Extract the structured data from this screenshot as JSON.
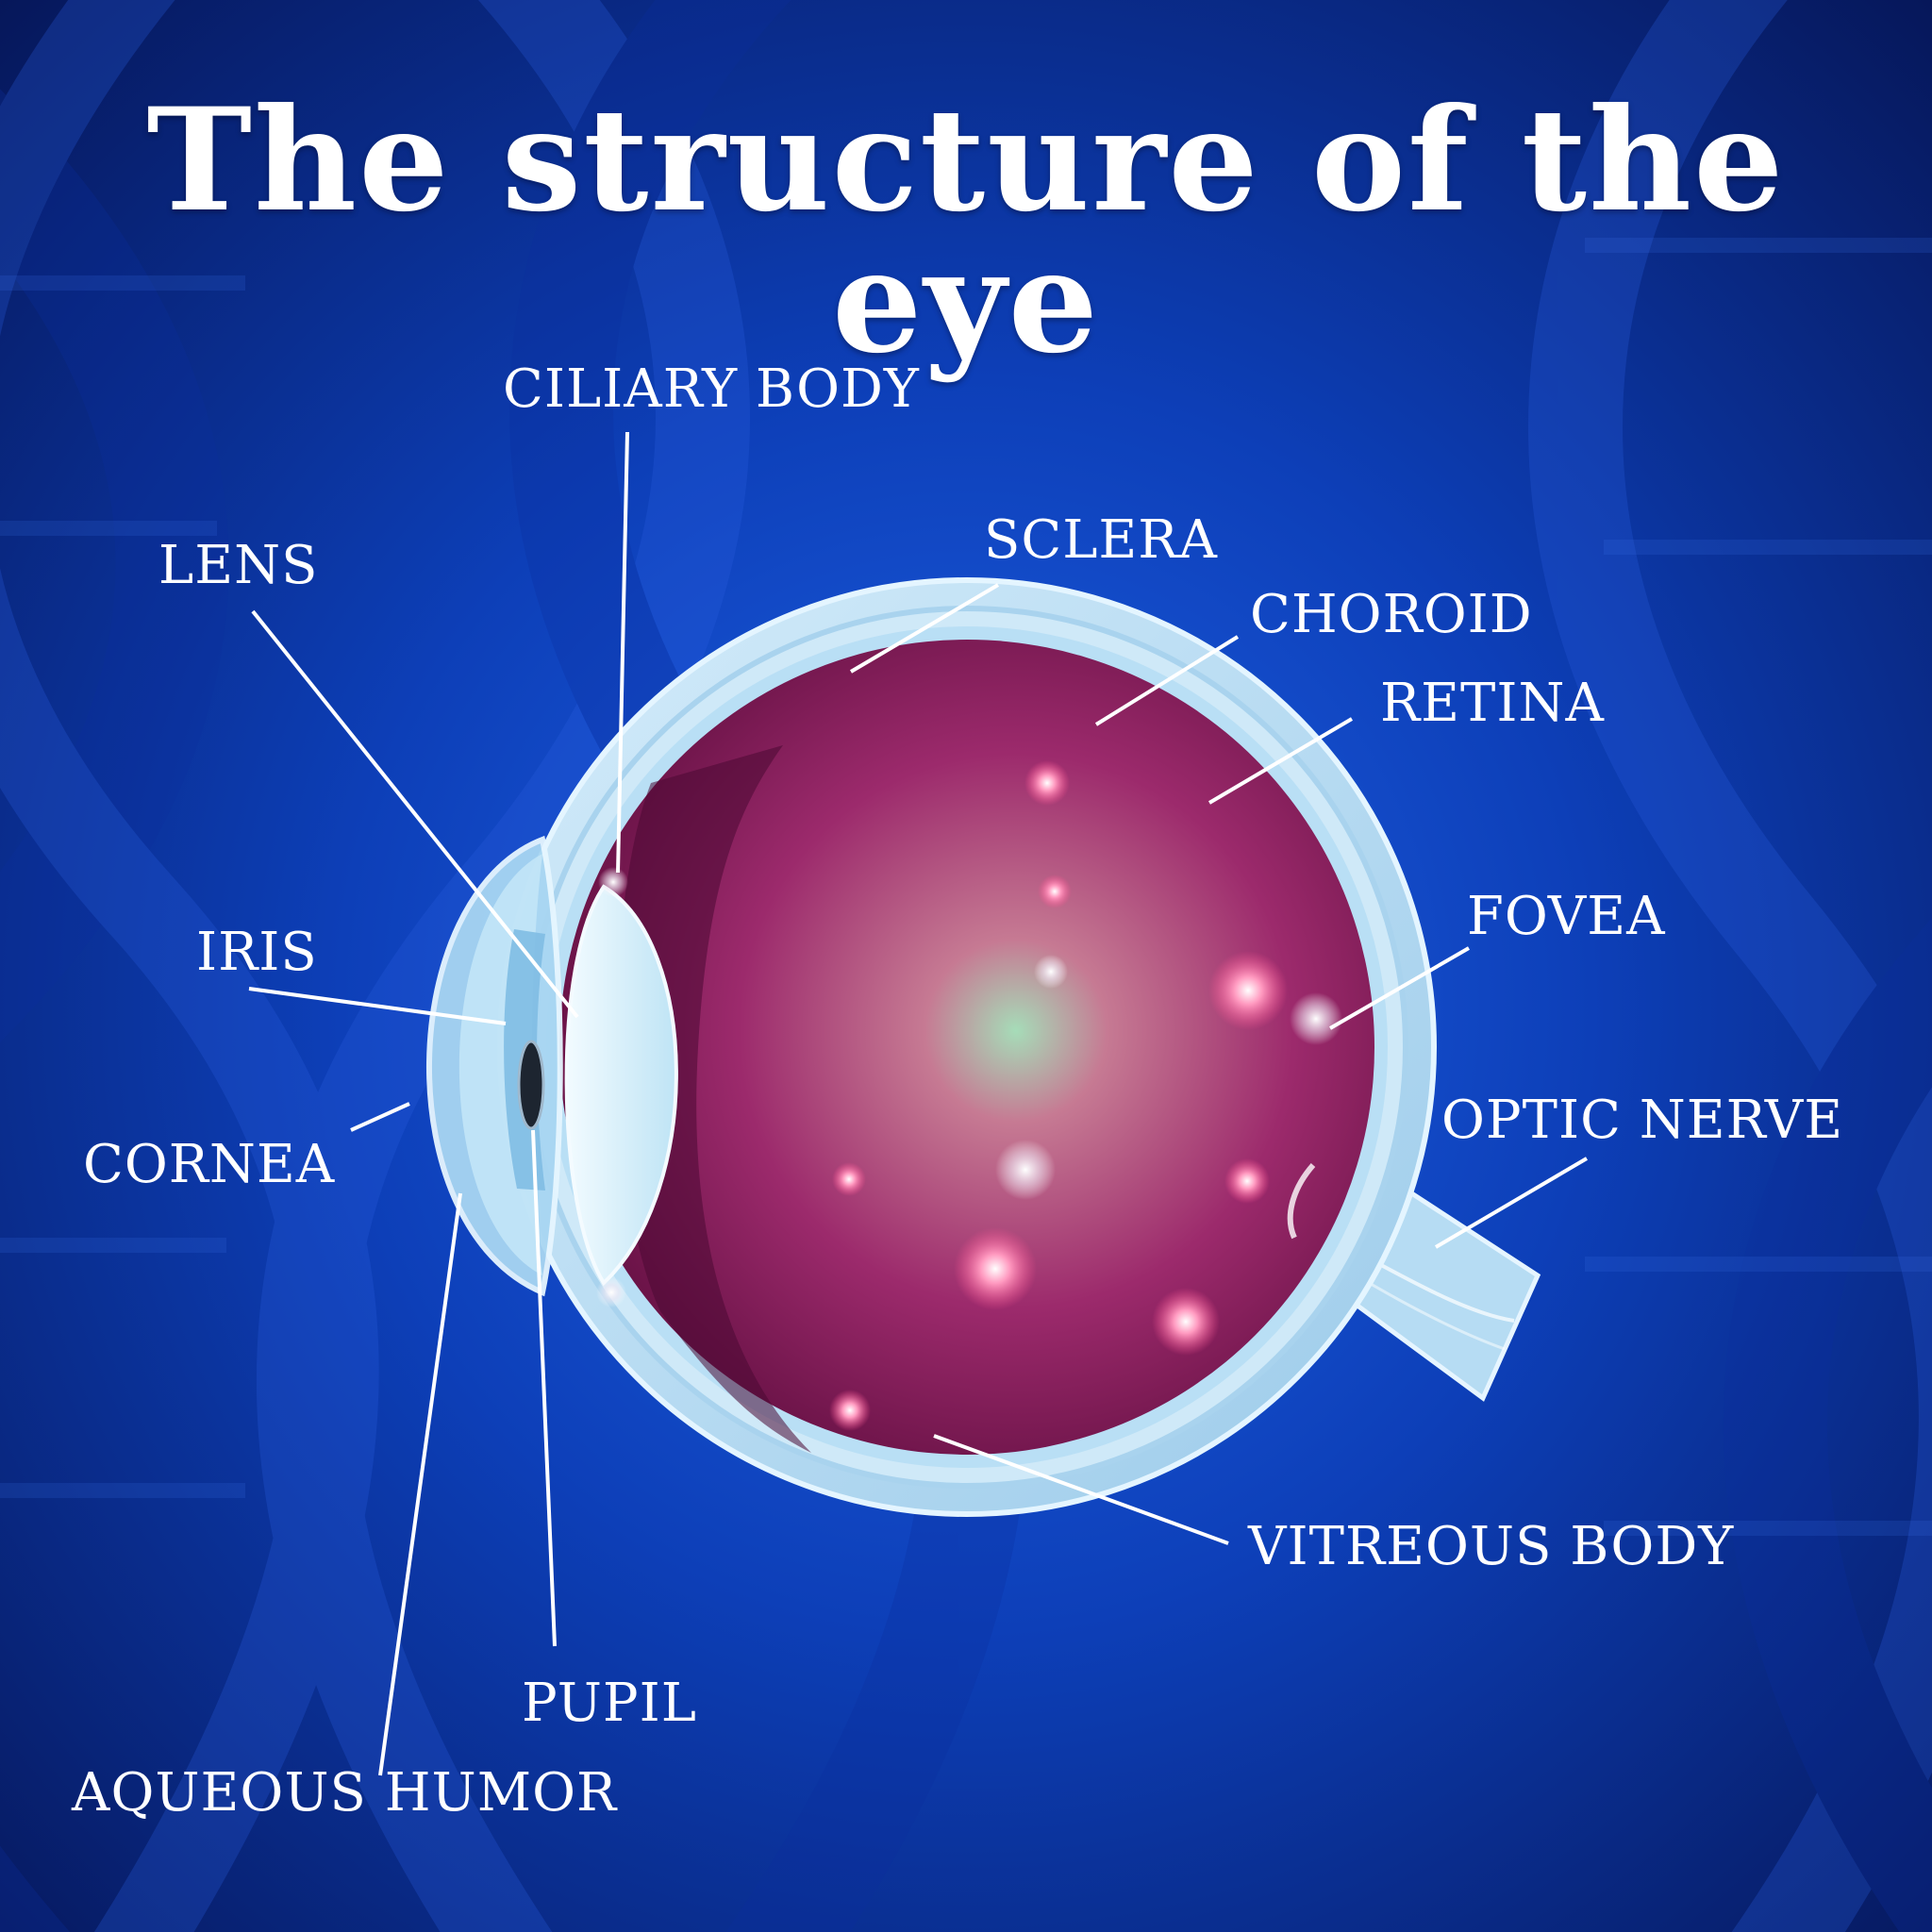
{
  "title": "The structure of the eye",
  "labels": {
    "ciliary_body": "CILIARY BODY",
    "lens": "LENS",
    "sclera": "SCLERA",
    "choroid": "CHOROID",
    "retina": "RETINA",
    "iris": "IRIS",
    "fovea": "FOVEA",
    "cornea": "CORNEA",
    "optic_nerve": "OPTIC NERVE",
    "vitreous_body": "VITREOUS BODY",
    "pupil": "PUPIL",
    "aqueous_humor": "AQUEOUS HUMOR"
  },
  "colors": {
    "background": "#0a2a8a",
    "background_glow": "#1a5ae0",
    "sclera": "#b8ddf5",
    "vitreous": "#8a1a5a",
    "vitreous_center": "#9ed6b0",
    "lens": "#e0f4fc",
    "label_text": "#ffffff",
    "leader_line": "#ffffff"
  }
}
